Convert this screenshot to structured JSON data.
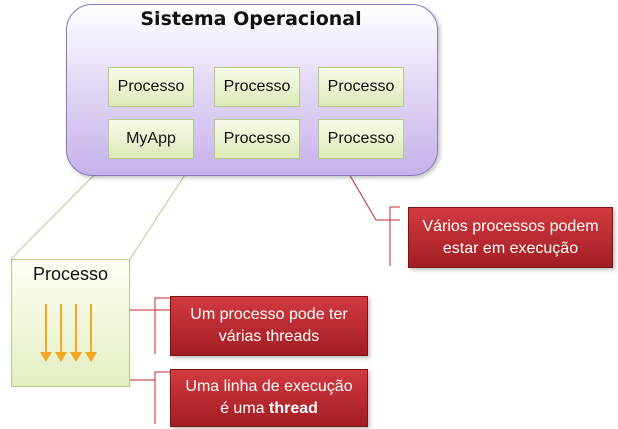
{
  "os_title": "Sistema Operacional",
  "processes": [
    "Processo",
    "Processo",
    "Processo",
    "MyApp",
    "Processo",
    "Processo"
  ],
  "detail_process_label": "Processo",
  "callouts": {
    "many_processes": [
      "Vários processos podem",
      "estar em execução"
    ],
    "threads_per_process": [
      "Um processo pode ter",
      "várias threads"
    ],
    "thread_def_prefix": "Uma linha de execução",
    "thread_def_mid": "é uma ",
    "thread_def_bold": "thread"
  },
  "colors": {
    "os_fill": "#c5b2ea",
    "process_fill": "#dde9b9",
    "callout_fill": "#c0282e",
    "thread_arrow": "#f5a623"
  }
}
